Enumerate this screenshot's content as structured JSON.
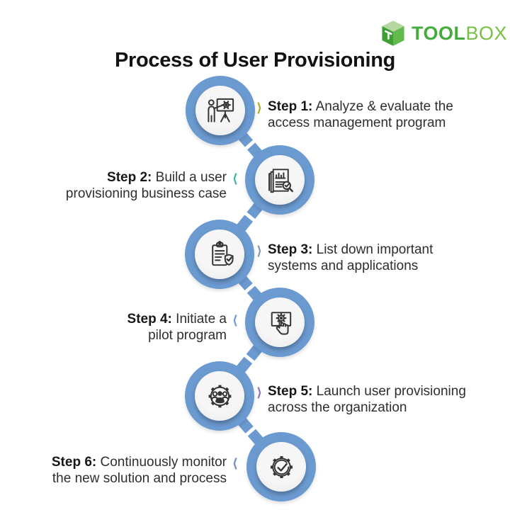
{
  "logo": {
    "tool": "TOOL",
    "box": "BOX",
    "cube_icon": "toolbox-cube-logo-icon",
    "colors": {
      "tool": "#44ab3c",
      "box": "#76c144"
    }
  },
  "title": "Process of User Provisioning",
  "steps": [
    {
      "label": "Step 1:",
      "text": "Analyze & evaluate the",
      "text2": "access management program",
      "icon": "presentation-board-icon",
      "chevron": "⟩",
      "chevron_color": "#a9b12c",
      "side": "right"
    },
    {
      "label": "Step 2:",
      "text": "Build a user",
      "text2": "provisioning business case",
      "icon": "report-analysis-icon",
      "chevron": "⟨",
      "chevron_color": "#45b5aa",
      "side": "left"
    },
    {
      "label": "Step 3:",
      "text": "List down important",
      "text2": "systems and applications",
      "icon": "clipboard-shield-check-icon",
      "chevron": "⟩",
      "chevron_color": "#8c9bb5",
      "side": "right"
    },
    {
      "label": "Step 4:",
      "text": "Initiate a",
      "text2": "pilot program",
      "icon": "touch-screen-gear-icon",
      "chevron": "⟨",
      "chevron_color": "#6f9fd8",
      "side": "left"
    },
    {
      "label": "Step 5:",
      "text": "Launch user provisioning",
      "text2": "across the organization",
      "icon": "gear-team-icon",
      "chevron": "⟩",
      "chevron_color": "#9179b0",
      "side": "right"
    },
    {
      "label": "Step 6:",
      "text": "Continuously monitor",
      "text2": "the new solution and process",
      "icon": "gear-check-icon",
      "chevron": "⟨",
      "chevron_color": "#7291c9",
      "side": "left"
    }
  ],
  "colors": {
    "ring_blue": "#6b9ad0",
    "inner_gray": "#f1f1f1",
    "icon_stroke": "#333333",
    "title_black": "#121212"
  }
}
